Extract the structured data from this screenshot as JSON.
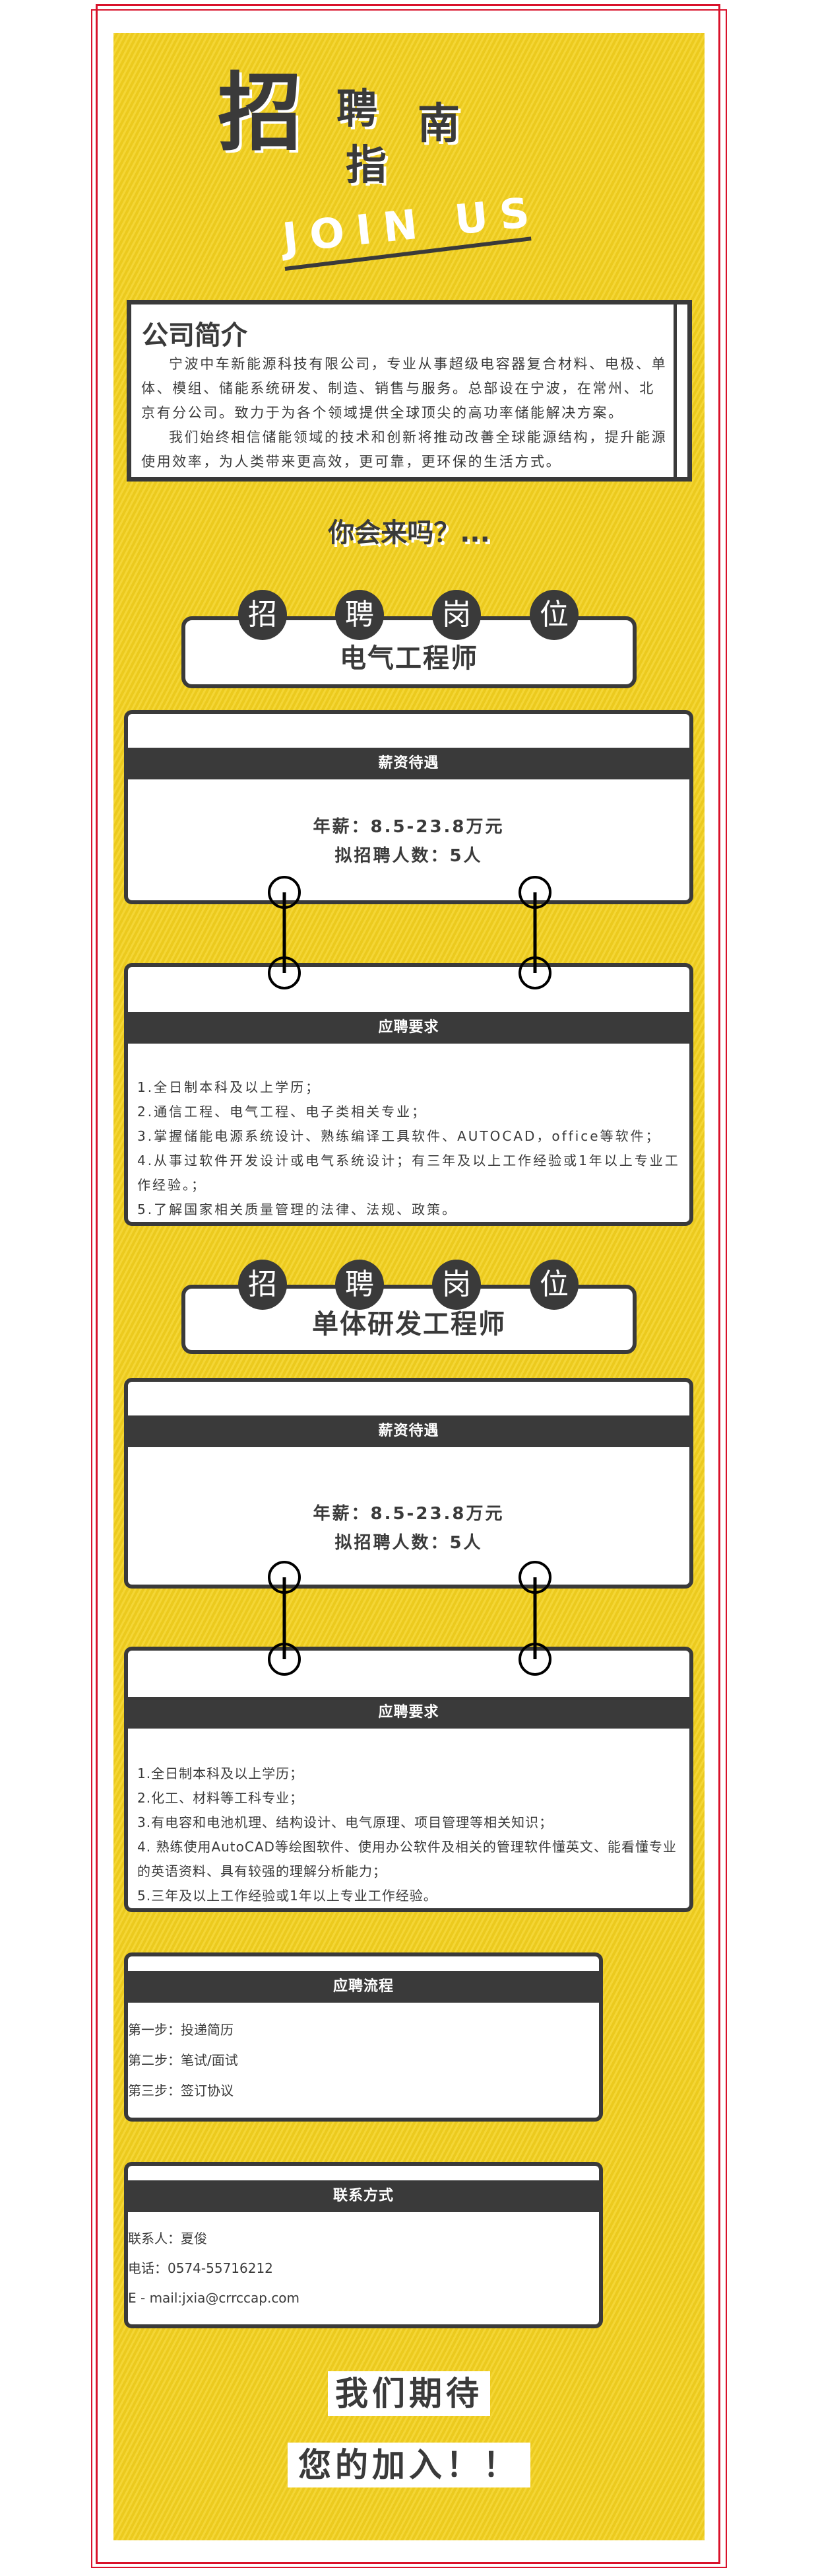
{
  "colors": {
    "yellow": "#f3d11f",
    "dark": "#3a3a3a",
    "red": "#d9122b"
  },
  "header": {
    "zhao": "招",
    "pin": "聘",
    "zhi": "指",
    "nan": "南",
    "join_us": "JOIN US"
  },
  "company": {
    "title": "公司简介",
    "paragraphs": [
      "宁波中车新能源科技有限公司，专业从事超级电容器复合材料、电极、单体、模组、储能系统研发、制造、销售与服务。总部设在宁波，在常州、北京有分公司。致力于为各个领域提供全球顶尖的高功率储能解决方案。",
      "我们始终相信储能领域的技术和创新将推动改善全球能源结构，提升能源使用效率，为人类带来更高效，更可靠，更环保的生活方式。"
    ]
  },
  "question": "你会来吗？...",
  "position_badge": [
    "招",
    "聘",
    "岗",
    "位"
  ],
  "positions": [
    {
      "title": "电气工程师",
      "salary_header": "薪资待遇",
      "salary": "年薪：8.5-23.8万元",
      "headcount": "拟招聘人数：5人",
      "req_header": "应聘要求",
      "requirements": [
        "1.全日制本科及以上学历；",
        "2.通信工程、电气工程、电子类相关专业；",
        "3.掌握储能电源系统设计、熟练编译工具软件、AUTOCAD，office等软件；",
        "4.从事过软件开发设计或电气系统设计；有三年及以上工作经验或1年以上专业工作经验。；",
        "5.了解国家相关质量管理的法律、法规、政策。"
      ]
    },
    {
      "title": "单体研发工程师",
      "salary_header": "薪资待遇",
      "salary": "年薪：8.5-23.8万元",
      "headcount": "拟招聘人数：5人",
      "req_header": "应聘要求",
      "requirements": [
        "1.全日制本科及以上学历；",
        "2.化工、材料等工科专业；",
        "3.有电容和电池机理、结构设计、电气原理、项目管理等相关知识；",
        "4. 熟练使用AutoCAD等绘图软件、使用办公软件及相关的管理软件懂英文、能看懂专业的英语资料、具有较强的理解分析能力；",
        "5.三年及以上工作经验或1年以上专业工作经验。"
      ]
    }
  ],
  "process": {
    "header": "应聘流程",
    "steps": [
      "第一步：投递简历",
      "第二步：笔试/面试",
      "第三步：签订协议"
    ]
  },
  "contact": {
    "header": "联系方式",
    "person": "联系人：夏俊",
    "phone": "电话：0574-55716212",
    "email": "E - mail:jxia@crrccap.com"
  },
  "closing": {
    "line1": "我们期待",
    "line2": "您的加入！！"
  }
}
